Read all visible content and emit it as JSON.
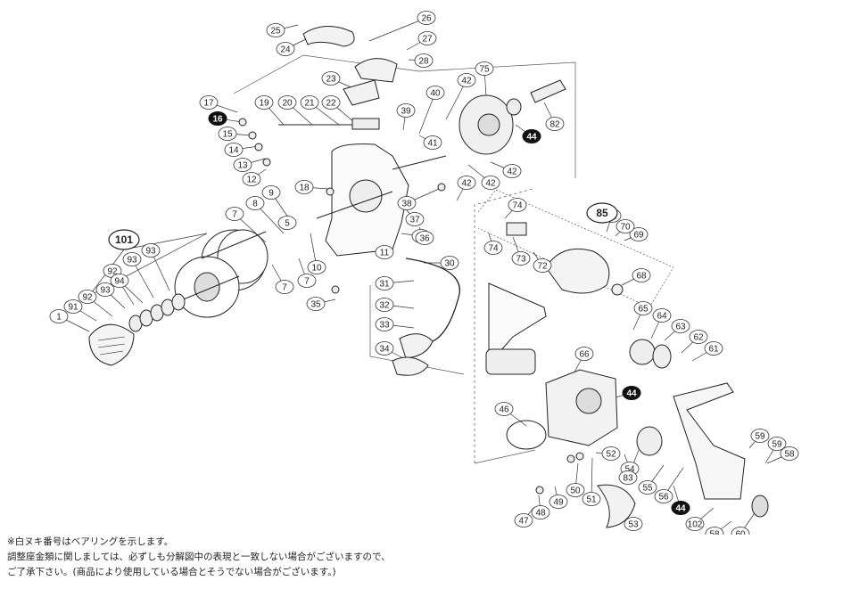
{
  "notes": {
    "bearing_note": "※白ヌキ番号はベアリングを示します。",
    "disclaimer_line1": "調整座金類に関しましては、必ずしも分解図中の表現と一致しない場合がございますので、",
    "disclaimer_line2": "ご了承下さい。(商品により使用している場合とそうでない場合がございます。)"
  },
  "parts": [
    {
      "id": "p1",
      "label": "1",
      "style": "outline"
    },
    {
      "id": "p5",
      "label": "5",
      "style": "outline"
    },
    {
      "id": "p7a",
      "label": "7",
      "style": "outline"
    },
    {
      "id": "p7b",
      "label": "7",
      "style": "outline"
    },
    {
      "id": "p7c",
      "label": "7",
      "style": "outline"
    },
    {
      "id": "p8",
      "label": "8",
      "style": "outline"
    },
    {
      "id": "p9",
      "label": "9",
      "style": "outline"
    },
    {
      "id": "p10",
      "label": "10",
      "style": "outline"
    },
    {
      "id": "p11",
      "label": "11",
      "style": "outline"
    },
    {
      "id": "p12",
      "label": "12",
      "style": "outline"
    },
    {
      "id": "p13",
      "label": "13",
      "style": "outline"
    },
    {
      "id": "p14",
      "label": "14",
      "style": "outline"
    },
    {
      "id": "p15",
      "label": "15",
      "style": "outline"
    },
    {
      "id": "p16",
      "label": "16",
      "style": "filled"
    },
    {
      "id": "p17",
      "label": "17",
      "style": "outline"
    },
    {
      "id": "p18",
      "label": "18",
      "style": "outline"
    },
    {
      "id": "p19",
      "label": "19",
      "style": "outline"
    },
    {
      "id": "p20",
      "label": "20",
      "style": "outline"
    },
    {
      "id": "p21",
      "label": "21",
      "style": "outline"
    },
    {
      "id": "p22",
      "label": "22",
      "style": "outline"
    },
    {
      "id": "p23",
      "label": "23",
      "style": "outline"
    },
    {
      "id": "p24",
      "label": "24",
      "style": "outline"
    },
    {
      "id": "p25",
      "label": "25",
      "style": "outline"
    },
    {
      "id": "p26",
      "label": "26",
      "style": "outline"
    },
    {
      "id": "p27",
      "label": "27",
      "style": "outline"
    },
    {
      "id": "p28",
      "label": "28",
      "style": "outline"
    },
    {
      "id": "p29",
      "label": "29",
      "style": "outline"
    },
    {
      "id": "p30",
      "label": "30",
      "style": "outline"
    },
    {
      "id": "p31",
      "label": "31",
      "style": "outline"
    },
    {
      "id": "p32",
      "label": "32",
      "style": "outline"
    },
    {
      "id": "p33",
      "label": "33",
      "style": "outline"
    },
    {
      "id": "p34",
      "label": "34",
      "style": "outline"
    },
    {
      "id": "p35",
      "label": "35",
      "style": "outline"
    },
    {
      "id": "p36",
      "label": "36",
      "style": "outline"
    },
    {
      "id": "p37",
      "label": "37",
      "style": "outline"
    },
    {
      "id": "p38",
      "label": "38",
      "style": "outline"
    },
    {
      "id": "p39",
      "label": "39",
      "style": "outline"
    },
    {
      "id": "p40",
      "label": "40",
      "style": "outline"
    },
    {
      "id": "p41",
      "label": "41",
      "style": "outline"
    },
    {
      "id": "p42a",
      "label": "42",
      "style": "outline"
    },
    {
      "id": "p42b",
      "label": "42",
      "style": "outline"
    },
    {
      "id": "p42c",
      "label": "42",
      "style": "outline"
    },
    {
      "id": "p42d",
      "label": "42",
      "style": "outline"
    },
    {
      "id": "p44a",
      "label": "44",
      "style": "filled"
    },
    {
      "id": "p44b",
      "label": "44",
      "style": "filled"
    },
    {
      "id": "p44c",
      "label": "44",
      "style": "filled"
    },
    {
      "id": "p46",
      "label": "46",
      "style": "outline"
    },
    {
      "id": "p47",
      "label": "47",
      "style": "outline"
    },
    {
      "id": "p48",
      "label": "48",
      "style": "outline"
    },
    {
      "id": "p49",
      "label": "49",
      "style": "outline"
    },
    {
      "id": "p50",
      "label": "50",
      "style": "outline"
    },
    {
      "id": "p51",
      "label": "51",
      "style": "outline"
    },
    {
      "id": "p52",
      "label": "52",
      "style": "outline"
    },
    {
      "id": "p53",
      "label": "53",
      "style": "outline"
    },
    {
      "id": "p54",
      "label": "54",
      "style": "outline"
    },
    {
      "id": "p55",
      "label": "55",
      "style": "outline"
    },
    {
      "id": "p56",
      "label": "56",
      "style": "outline"
    },
    {
      "id": "p58a",
      "label": "58",
      "style": "outline"
    },
    {
      "id": "p58b",
      "label": "58",
      "style": "outline"
    },
    {
      "id": "p59a",
      "label": "59",
      "style": "outline"
    },
    {
      "id": "p59b",
      "label": "59",
      "style": "outline"
    },
    {
      "id": "p60",
      "label": "60",
      "style": "outline"
    },
    {
      "id": "p61",
      "label": "61",
      "style": "outline"
    },
    {
      "id": "p62",
      "label": "62",
      "style": "outline"
    },
    {
      "id": "p63",
      "label": "63",
      "style": "outline"
    },
    {
      "id": "p64",
      "label": "64",
      "style": "outline"
    },
    {
      "id": "p65",
      "label": "65",
      "style": "outline"
    },
    {
      "id": "p66",
      "label": "66",
      "style": "outline"
    },
    {
      "id": "p68",
      "label": "68",
      "style": "outline"
    },
    {
      "id": "p69",
      "label": "69",
      "style": "outline"
    },
    {
      "id": "p70",
      "label": "70",
      "style": "outline"
    },
    {
      "id": "p71",
      "label": "71",
      "style": "outline"
    },
    {
      "id": "p72",
      "label": "72",
      "style": "outline"
    },
    {
      "id": "p73",
      "label": "73",
      "style": "outline"
    },
    {
      "id": "p74a",
      "label": "74",
      "style": "outline"
    },
    {
      "id": "p74b",
      "label": "74",
      "style": "outline"
    },
    {
      "id": "p75",
      "label": "75",
      "style": "outline"
    },
    {
      "id": "p82",
      "label": "82",
      "style": "outline"
    },
    {
      "id": "p83",
      "label": "83",
      "style": "outline"
    },
    {
      "id": "p85",
      "label": "85",
      "style": "group"
    },
    {
      "id": "p91",
      "label": "91",
      "style": "outline"
    },
    {
      "id": "p92a",
      "label": "92",
      "style": "outline"
    },
    {
      "id": "p92b",
      "label": "92",
      "style": "outline"
    },
    {
      "id": "p93a",
      "label": "93",
      "style": "outline"
    },
    {
      "id": "p93b",
      "label": "93",
      "style": "outline"
    },
    {
      "id": "p93c",
      "label": "93",
      "style": "outline"
    },
    {
      "id": "p94",
      "label": "94",
      "style": "outline"
    },
    {
      "id": "p101",
      "label": "101",
      "style": "group"
    },
    {
      "id": "p102",
      "label": "102",
      "style": "outline"
    }
  ]
}
